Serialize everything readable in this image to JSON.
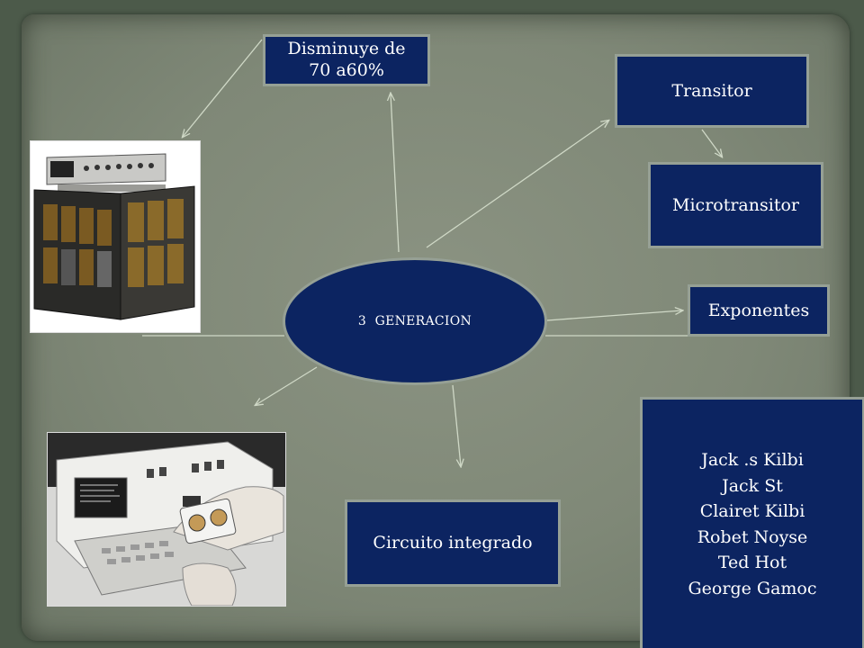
{
  "center_node": {
    "label": "3  GENERACION"
  },
  "nodes": {
    "disminuye": {
      "line1": "Disminuye de",
      "line2": "70 a60%"
    },
    "transitor": {
      "label": "Transitor"
    },
    "microtransitor": {
      "label": "Microtransitor"
    },
    "exponentes": {
      "label": "Exponentes"
    },
    "circuito": {
      "label": "Circuito integrado"
    },
    "names": [
      "Jack .s Kilbi",
      "Jack St",
      "Clairet Kilbi",
      "Robet Noyse",
      "Ted Hot",
      "George Gamoc"
    ]
  },
  "colors": {
    "box_fill": "#0c2461",
    "box_border": "#96a095",
    "connector": "#cfd8c6",
    "background": "#7f8877"
  }
}
